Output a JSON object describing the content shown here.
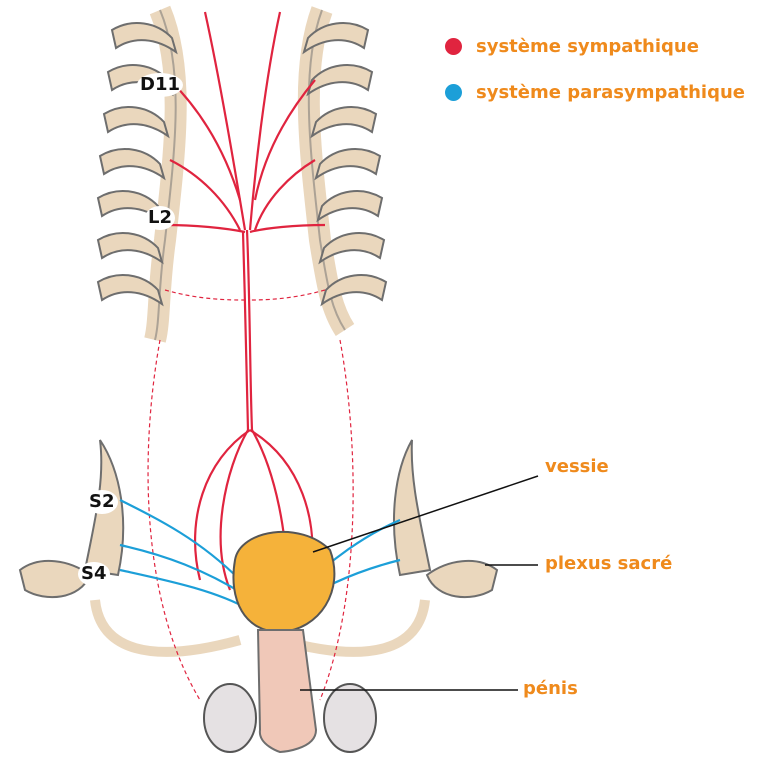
{
  "colors": {
    "sympathetic": "#e0243f",
    "parasympathetic": "#1c9fd8",
    "label": "#ef8a1c",
    "bone": "#ead7bd",
    "bone_stroke": "#6e6e6e",
    "bladder": "#f5b23a",
    "testis": "#e5e1e3",
    "penis": "#f0c8b8"
  },
  "legend": [
    {
      "label": "système sympathique",
      "color_key": "sympathetic"
    },
    {
      "label": "système parasympathique",
      "color_key": "parasympathetic"
    }
  ],
  "vertebra_labels": {
    "d11": "D11",
    "l2": "L2",
    "s2": "S2",
    "s4": "S4"
  },
  "organ_labels": {
    "vessie": "vessie",
    "plexus": "plexus sacré",
    "penis": "pénis"
  }
}
